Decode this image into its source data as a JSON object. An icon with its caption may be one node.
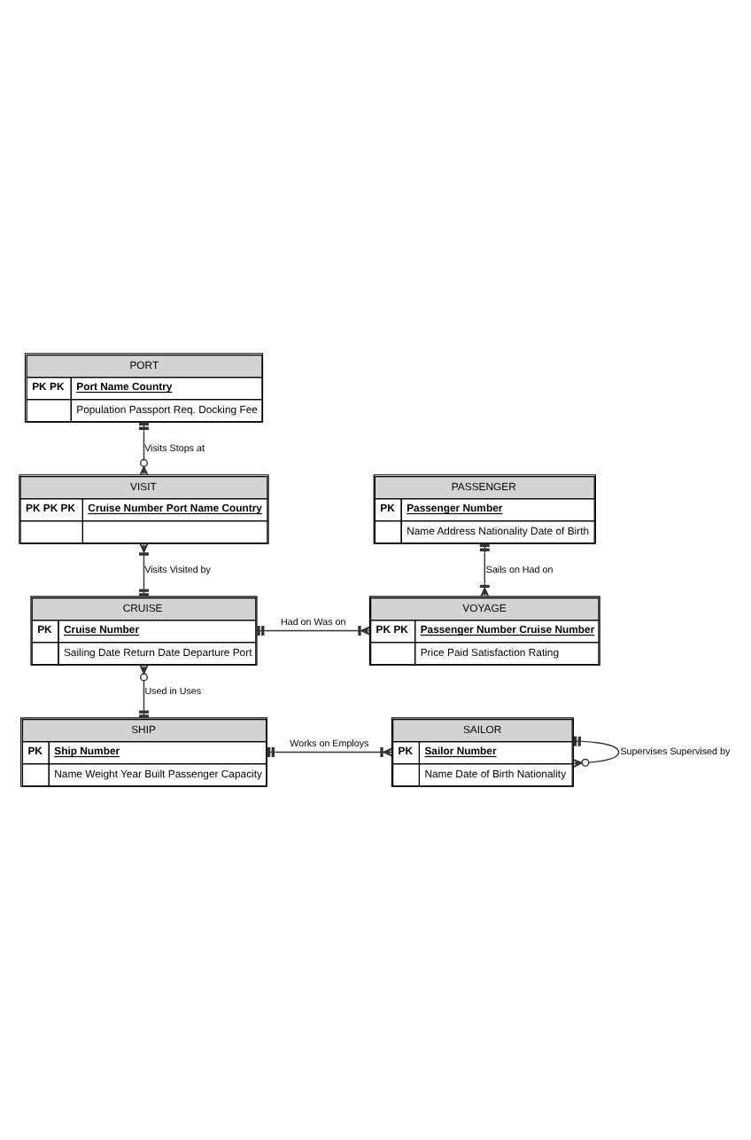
{
  "diagram": {
    "nodes": [
      {
        "text": [
          "PORT",
          "PK PK",
          "Port Name Country",
          "Population Passport Req. Docking Fee"
        ]
      },
      {
        "text": [
          "VISIT",
          "PK PK PK",
          "Cruise Number Port Name Country"
        ]
      },
      {
        "text": [
          "PASSENGER",
          "PK",
          "Passenger Number",
          "Name Address Nationality Date of Birth"
        ]
      },
      {
        "text": [
          "CRUISE",
          "PK",
          "Cruise Number",
          "Sailing Date Return Date Departure Port"
        ]
      },
      {
        "text": [
          "VOYAGE",
          "PK PK",
          "Passenger Number Cruise Number",
          "Price Paid Satisfaction Rating"
        ]
      },
      {
        "text": [
          "SHIP",
          "PK",
          "Ship Number",
          "Name Weight Year Built Passenger Capacity"
        ]
      },
      {
        "text": [
          "SAILOR",
          "PK",
          "Sailor Number",
          "Name Date of Birth Nationality"
        ]
      }
    ],
    "edges": [
      {
        "from": 0,
        "to": 1,
        "arrow": "other",
        "label": "Visits Stops at"
      },
      {
        "from": 1,
        "to": 3,
        "arrow": "other",
        "label": "Visits Visited by"
      },
      {
        "from": 2,
        "to": 4,
        "arrow": "other",
        "label": "Sails on Had on"
      },
      {
        "from": 3,
        "to": 4,
        "arrow": "other",
        "label": "Had on Was on"
      },
      {
        "from": 3,
        "to": 5,
        "arrow": "other",
        "label": "Used in Uses"
      },
      {
        "from": 5,
        "to": 6,
        "arrow": "other",
        "label": "Works on Employs"
      },
      {
        "from": 6,
        "to": 6,
        "arrow": "other",
        "label": "Supervises Supervised by"
      }
    ]
  }
}
